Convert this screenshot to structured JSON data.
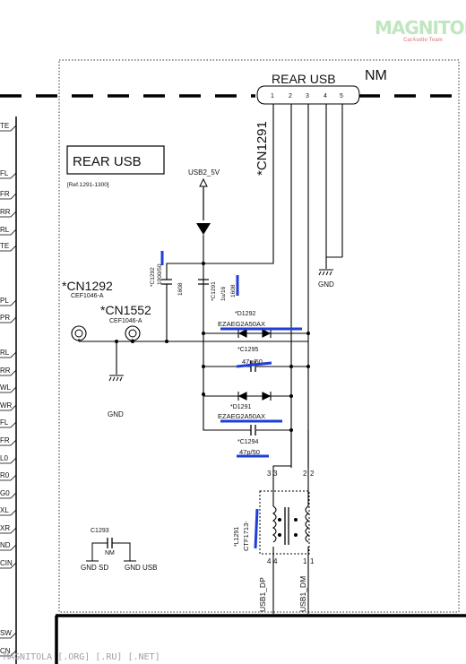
{
  "logo": {
    "brand": "MAGNITOLA",
    "tagline": "CarAudio Team"
  },
  "block": {
    "title": "REAR USB",
    "ref": "[Ref.1291-1300]"
  },
  "connector_header": {
    "label": "REAR USB",
    "pins": [
      "1",
      "2",
      "3",
      "4",
      "5"
    ],
    "nm": "NM"
  },
  "cn1291": {
    "name": "*CN1291"
  },
  "cn1292": {
    "name": "*CN1292",
    "part": "CEF1046-A"
  },
  "cn1552": {
    "name": "*CN1552",
    "part": "CEF1046-A"
  },
  "power": {
    "net": "USB2_5V"
  },
  "c1292": {
    "name": "*C1292",
    "value": "1000/50",
    "size": "1608"
  },
  "c1291": {
    "name": "*C1291",
    "value": "1u/16",
    "size": "1608"
  },
  "d1292": {
    "name": "*D1292",
    "part": "EZAEG2A50AX"
  },
  "c1295": {
    "name": "*C1295",
    "value": "47p/50"
  },
  "d1291": {
    "name": "*D1291",
    "part": "EZAEG2A50AX"
  },
  "c1294": {
    "name": "*C1294",
    "value": "47p/50"
  },
  "l1291": {
    "name": "*L1291",
    "part": "CTF1713-"
  },
  "c1293": {
    "name": "C1293",
    "value": "NM",
    "gnd_left": "GND SD",
    "gnd_right": "GND USB"
  },
  "gnd_labels": [
    "GND",
    "GND"
  ],
  "coil_pins": {
    "p3a": "3",
    "p3b": "3",
    "p2a": "2",
    "p2b": "2",
    "p4a": "4",
    "p4b": "4",
    "p1a": "1",
    "p1b": "1"
  },
  "nets_bottom": {
    "dp": "USB1_DP",
    "dm": "USB1_DM"
  },
  "left_edge_labels": [
    "TE",
    "FL",
    "FR",
    "RR",
    "RL",
    "TE",
    "PL",
    "PR",
    "RL",
    "RR",
    "WL",
    "WR",
    "FL",
    "FR",
    "L0",
    "R0",
    "G0",
    "XL",
    "XR",
    "ND",
    "CIN",
    "SW",
    "CN"
  ],
  "footer": "MAGNITOLA [.ORG] [.RU] [.NET]"
}
